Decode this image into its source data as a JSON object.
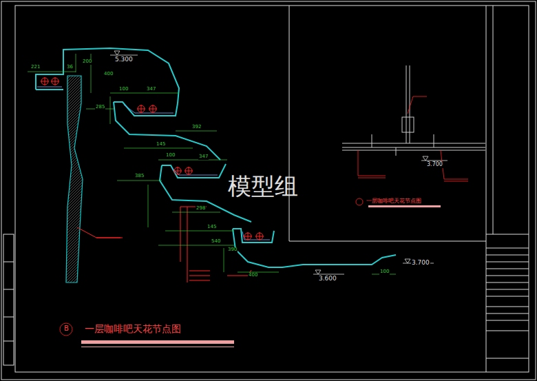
{
  "diagram": {
    "title": "一层咖啡吧天花节点图",
    "labels": [
      "5.300",
      "221",
      "36",
      "200",
      "400",
      "285",
      "100",
      "347",
      "392",
      "145",
      "100",
      "347",
      "385",
      "298",
      "145",
      "540",
      "390",
      "400",
      "3.600",
      "100",
      "3.700",
      "3.700",
      "模型组",
      "B",
      "一层咖啡吧天花节点图"
    ]
  }
}
